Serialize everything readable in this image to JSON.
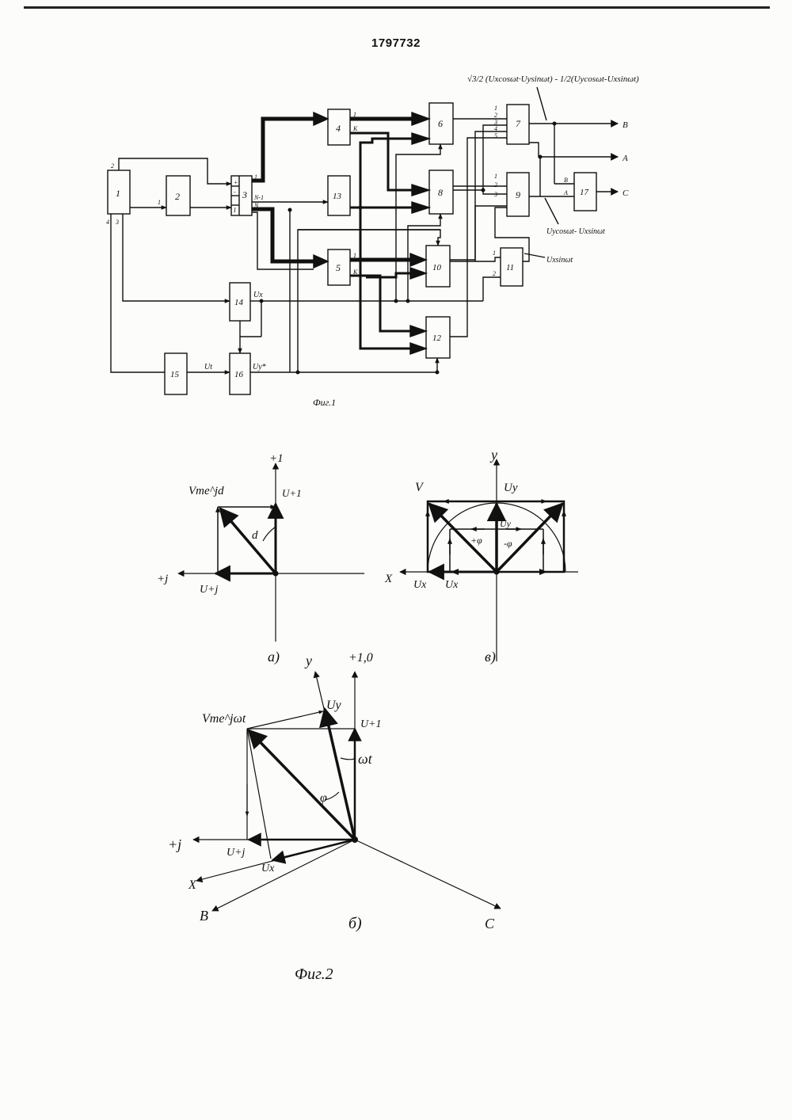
{
  "patent_number": "1797732",
  "fig1": {
    "caption": "Фиг.1",
    "formula": "√3/2 (Uxcosωt·Uysinωt) - 1/2(Uycosωt-Uxsinωt)",
    "blocks": [
      "1",
      "2",
      "3",
      "4",
      "5",
      "6",
      "7",
      "8",
      "9",
      "10",
      "11",
      "12",
      "13",
      "14",
      "15",
      "16",
      "17"
    ],
    "port_labels": {
      "b1_top": "2",
      "b1_b4": "4",
      "b1_b3": "3",
      "b2_in": "1",
      "b3_plus": "+",
      "b3_minus": "-",
      "b3_i": "I",
      "b3_1": "1",
      "b3_n1": "N-1",
      "b3_n": "N",
      "b4_1": "1",
      "b4_k": "K",
      "b5_1": "1",
      "b5_k": "K",
      "b7_1": "1",
      "b7_2": "2",
      "b7_3": "3",
      "b7_4": "4",
      "b7_5": "5",
      "b9_1": "1",
      "b9_2": "2",
      "b9_3": "3",
      "b11_1": "1",
      "b11_2": "2",
      "b17_b": "B",
      "b17_a": "A"
    },
    "signal_labels": {
      "ux": "Ux",
      "ut": "Ut",
      "uye": "Uy*",
      "uycos": "Uycosωt- Uxsinωt",
      "uxsin": "Uxsinωt"
    },
    "outputs": [
      "B",
      "A",
      "C"
    ]
  },
  "fig2": {
    "caption": "Фиг.2",
    "a": {
      "label": "a)",
      "axis_up": "+1",
      "axis_left": "+j",
      "vec_label": "Vme^jd",
      "u1": "U+1",
      "uj": "U+j",
      "angle": "d"
    },
    "b": {
      "label": "б)",
      "axis_y": "y",
      "axis_up": "+1,0",
      "axis_left": "+j",
      "axis_x": "X",
      "axis_b": "B",
      "axis_c": "C",
      "vec_label": "Vme^jωt",
      "uy": "Uy",
      "u1": "U+1",
      "uj": "U+j",
      "ux": "Ux",
      "angle_wt": "ωt",
      "angle_phi": "φ"
    },
    "c": {
      "label": "в)",
      "axis_y": "y",
      "axis_x": "X",
      "v": "V",
      "uy": "Uy",
      "uy2": "Uy",
      "ux": "Ux",
      "ux2": "Ux",
      "phi_plus": "+φ",
      "phi_minus": "-φ"
    }
  }
}
